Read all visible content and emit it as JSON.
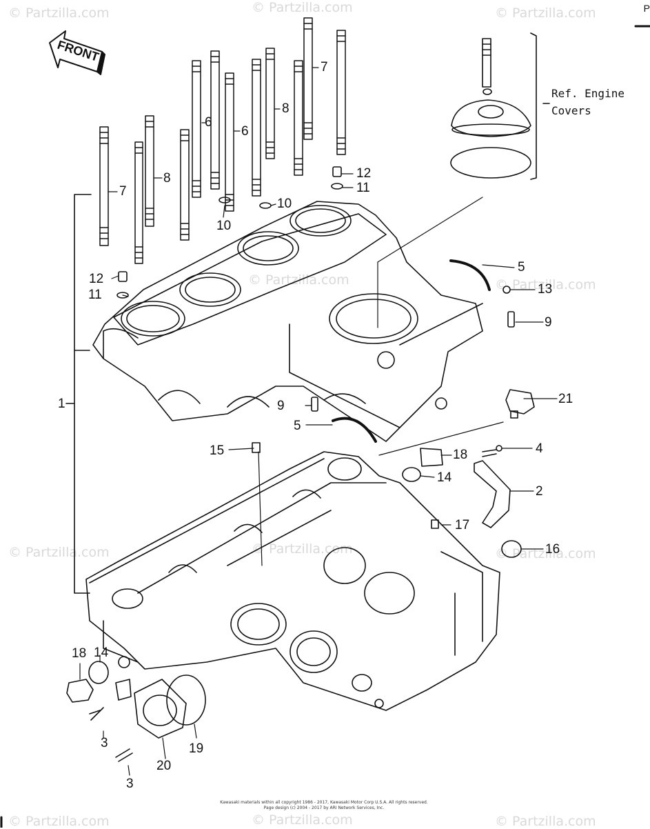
{
  "watermark": "© Partzilla.com",
  "corner_mark": "P",
  "front_label": "FRONT",
  "reference": {
    "line1": "Ref. Engine",
    "line2": "Covers"
  },
  "callouts": {
    "c1": "1",
    "c2": "2",
    "c3a": "3",
    "c3b": "3",
    "c4": "4",
    "c5a": "5",
    "c5b": "5",
    "c6a": "6",
    "c6b": "6",
    "c7a": "7",
    "c7b": "7",
    "c8a": "8",
    "c8b": "8",
    "c9a": "9",
    "c9b": "9",
    "c10a": "10",
    "c10b": "10",
    "c11a": "11",
    "c11b": "11",
    "c12a": "12",
    "c12b": "12",
    "c13": "13",
    "c14a": "14",
    "c14b": "14",
    "c15": "15",
    "c16": "16",
    "c17": "17",
    "c18a": "18",
    "c18b": "18",
    "c19": "19",
    "c20": "20",
    "c21": "21"
  },
  "copyright": {
    "line1": "Kawasaki materials within all copyright 1986 - 2017, Kawasaki Motor Corp U.S.A. All rights reserved.",
    "line2": "Page design (c) 2004 - 2017 by ARI Network Services, Inc."
  }
}
